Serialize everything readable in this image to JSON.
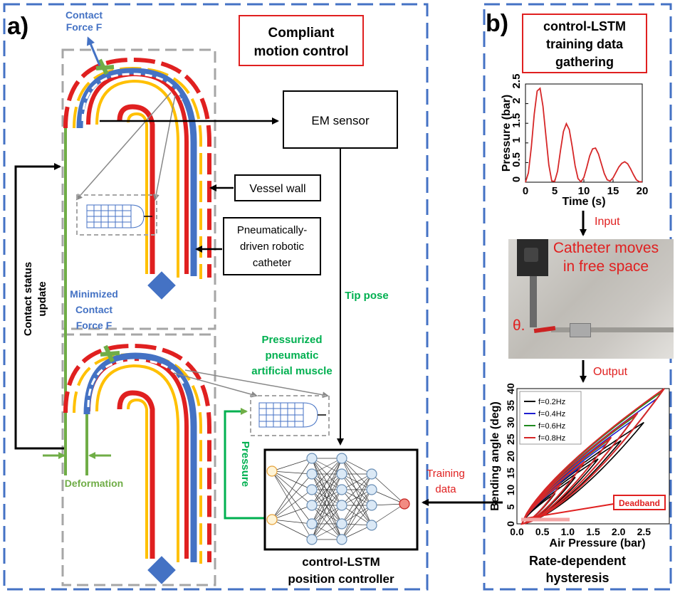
{
  "panel_a": {
    "letter": "a)",
    "title_line1": "Compliant",
    "title_line2": "motion control",
    "contact_force_line1": "Contact",
    "contact_force_line2": "Force F",
    "em_sensor": "EM sensor",
    "vessel_wall": "Vessel wall",
    "catheter_line1": "Pneumatically-",
    "catheter_line2": "driven robotic",
    "catheter_line3": "catheter",
    "tip_pose": "Tip pose",
    "contact_status_line1": "Contact status",
    "contact_status_line2": "update",
    "minimized_line1": "Minimized",
    "minimized_line2": "Contact",
    "minimized_line3": "Force F",
    "pam_line1": "Pressurized",
    "pam_line2": "pneumatic",
    "pam_line3": "artificial muscle",
    "pressure": "Pressure",
    "deformation": "Deformation",
    "training_line1": "Training",
    "training_line2": "data",
    "controller_line1": "control-LSTM",
    "controller_line2": "position controller"
  },
  "panel_b": {
    "letter": "b)",
    "title_line1": "control-LSTM",
    "title_line2": "training data",
    "title_line3": "gathering",
    "input": "Input",
    "output": "Output",
    "photo_line1": "Catheter moves",
    "photo_line2": "in free space",
    "theta": "θ.",
    "hyst_line1": "Rate-dependent",
    "hyst_line2": "hysteresis",
    "deadband": "Deadband"
  },
  "chart_data": [
    {
      "type": "line",
      "title": "",
      "xlabel": "Time (s)",
      "ylabel": "Pressure (bar)",
      "xlim": [
        0,
        20
      ],
      "ylim": [
        0,
        2.5
      ],
      "xticks": [
        "0",
        "5",
        "10",
        "15",
        "20"
      ],
      "yticks": [
        "0",
        "0.5",
        "1",
        "1.5",
        "2",
        "2.5"
      ],
      "series": [
        {
          "color": "#d62728",
          "x": [
            0,
            0.5,
            1,
            1.5,
            2,
            2.5,
            3,
            3.5,
            4,
            4.5,
            5,
            5.5,
            6,
            6.5,
            7,
            7.5,
            8,
            8.5,
            9,
            9.5,
            10,
            10.5,
            11,
            11.5,
            12,
            12.5,
            13,
            13.5,
            14,
            14.5,
            15,
            15.5,
            16,
            16.5,
            17,
            17.5,
            18,
            18.5,
            19,
            19.5,
            20
          ],
          "y": [
            0,
            0.24,
            0.89,
            1.73,
            2.32,
            2.39,
            1.93,
            1.18,
            0.44,
            0.03,
            0.02,
            0.28,
            0.81,
            1.29,
            1.49,
            1.34,
            0.91,
            0.42,
            0.09,
            0.01,
            0.12,
            0.38,
            0.67,
            0.85,
            0.87,
            0.72,
            0.47,
            0.22,
            0.06,
            0.03,
            0.11,
            0.25,
            0.39,
            0.48,
            0.52,
            0.47,
            0.34,
            0.19,
            0.06,
            0.01,
            0.01
          ]
        }
      ]
    },
    {
      "type": "line",
      "title": "",
      "xlabel": "Air Pressure (bar)",
      "ylabel": "Bending angle (deg)",
      "xlim": [
        0,
        3
      ],
      "ylim": [
        0,
        40
      ],
      "xticks": [
        "0.0",
        "0.5",
        "1.0",
        "1.5",
        "2.0",
        "2.5"
      ],
      "yticks": [
        "0",
        "5",
        "10",
        "15",
        "20",
        "25",
        "30",
        "35",
        "40"
      ],
      "legend_position": "top-left",
      "series": [
        {
          "name": "f=0.2Hz",
          "color": "#000000",
          "peak_pressure": 2.5,
          "peak_angle": 30
        },
        {
          "name": "f=0.4Hz",
          "color": "#1f1fd0",
          "peak_pressure": 2.75,
          "peak_angle": 37
        },
        {
          "name": "f=0.6Hz",
          "color": "#1f8a1f",
          "peak_pressure": 2.85,
          "peak_angle": 39
        },
        {
          "name": "f=0.8Hz",
          "color": "#d62728",
          "peak_pressure": 2.9,
          "peak_angle": 40
        }
      ]
    }
  ]
}
